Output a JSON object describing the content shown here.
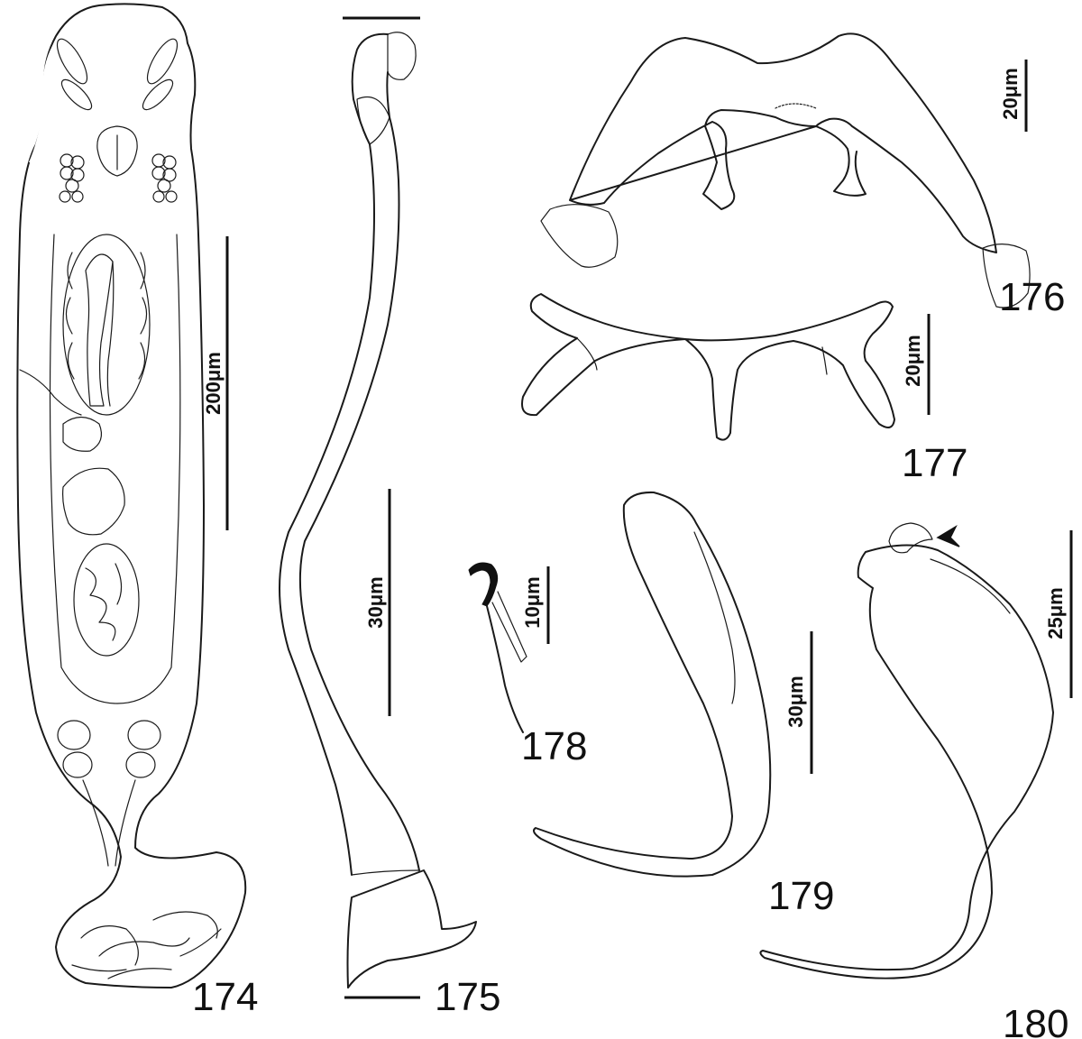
{
  "plate": {
    "figure_numbers": [
      "174",
      "175",
      "176",
      "177",
      "178",
      "179",
      "180"
    ],
    "scale_bars": {
      "fig174": "200μm",
      "fig175": "30μm",
      "fig176": "20μm",
      "fig177": "20μm",
      "fig178": "10μm",
      "fig179": "30μm",
      "fig180": "25μm"
    }
  }
}
